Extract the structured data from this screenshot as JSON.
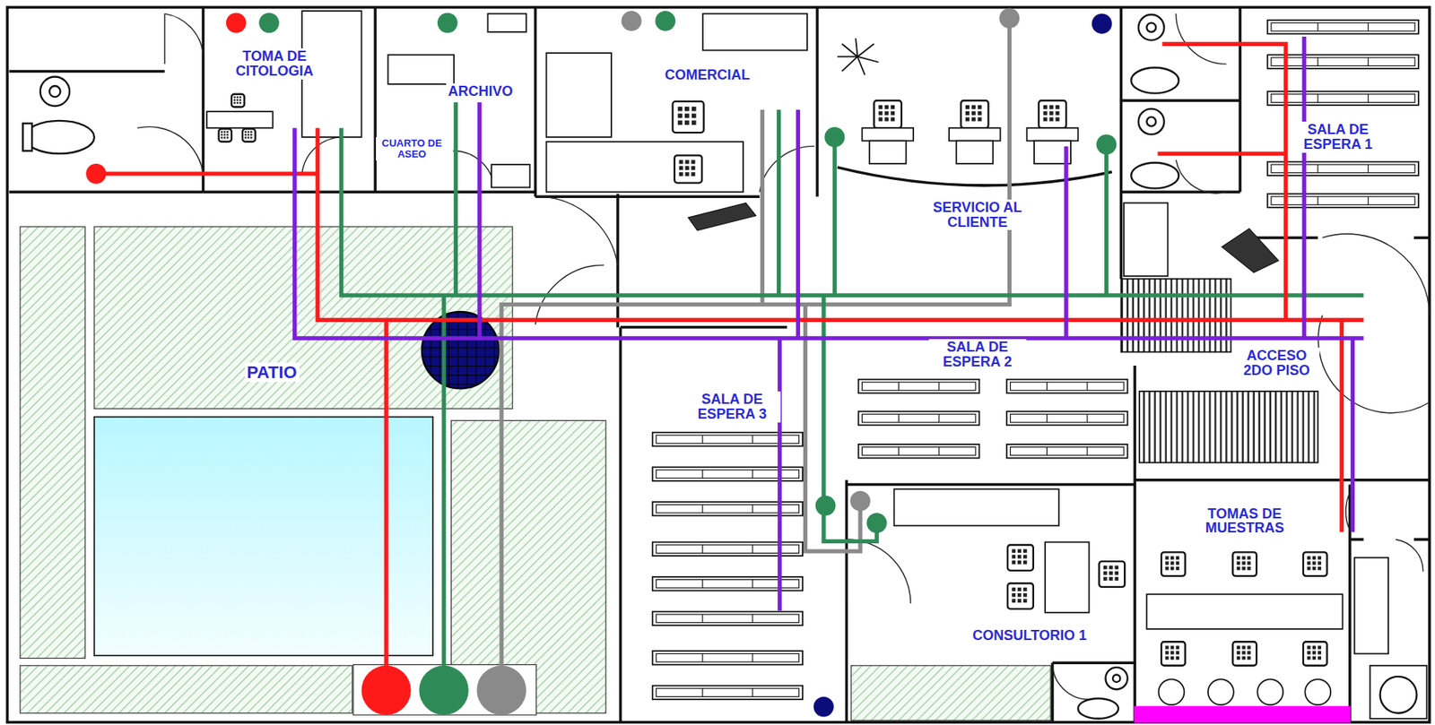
{
  "diagram": {
    "nodes": [
      {
        "text": [
          "TOMA DE CITOLOGIA"
        ]
      },
      {
        "text": [
          "CUARTO DE ASEO"
        ]
      },
      {
        "text": [
          "ARCHIVO"
        ]
      },
      {
        "text": [
          "COMERCIAL"
        ]
      },
      {
        "text": [
          "SERVICIO AL CLIENTE"
        ]
      },
      {
        "text": [
          "SALA DE ESPERA 1"
        ]
      },
      {
        "text": [
          "PATIO"
        ]
      },
      {
        "text": [
          "SALA DE ESPERA 2"
        ]
      },
      {
        "text": [
          "ACCESO 2DO PISO"
        ]
      },
      {
        "text": [
          "SALA DE ESPERA 3"
        ]
      },
      {
        "text": [
          "TOMAS DE MUESTRAS"
        ]
      },
      {
        "text": [
          "CONSULTORIO 1"
        ]
      }
    ]
  }
}
